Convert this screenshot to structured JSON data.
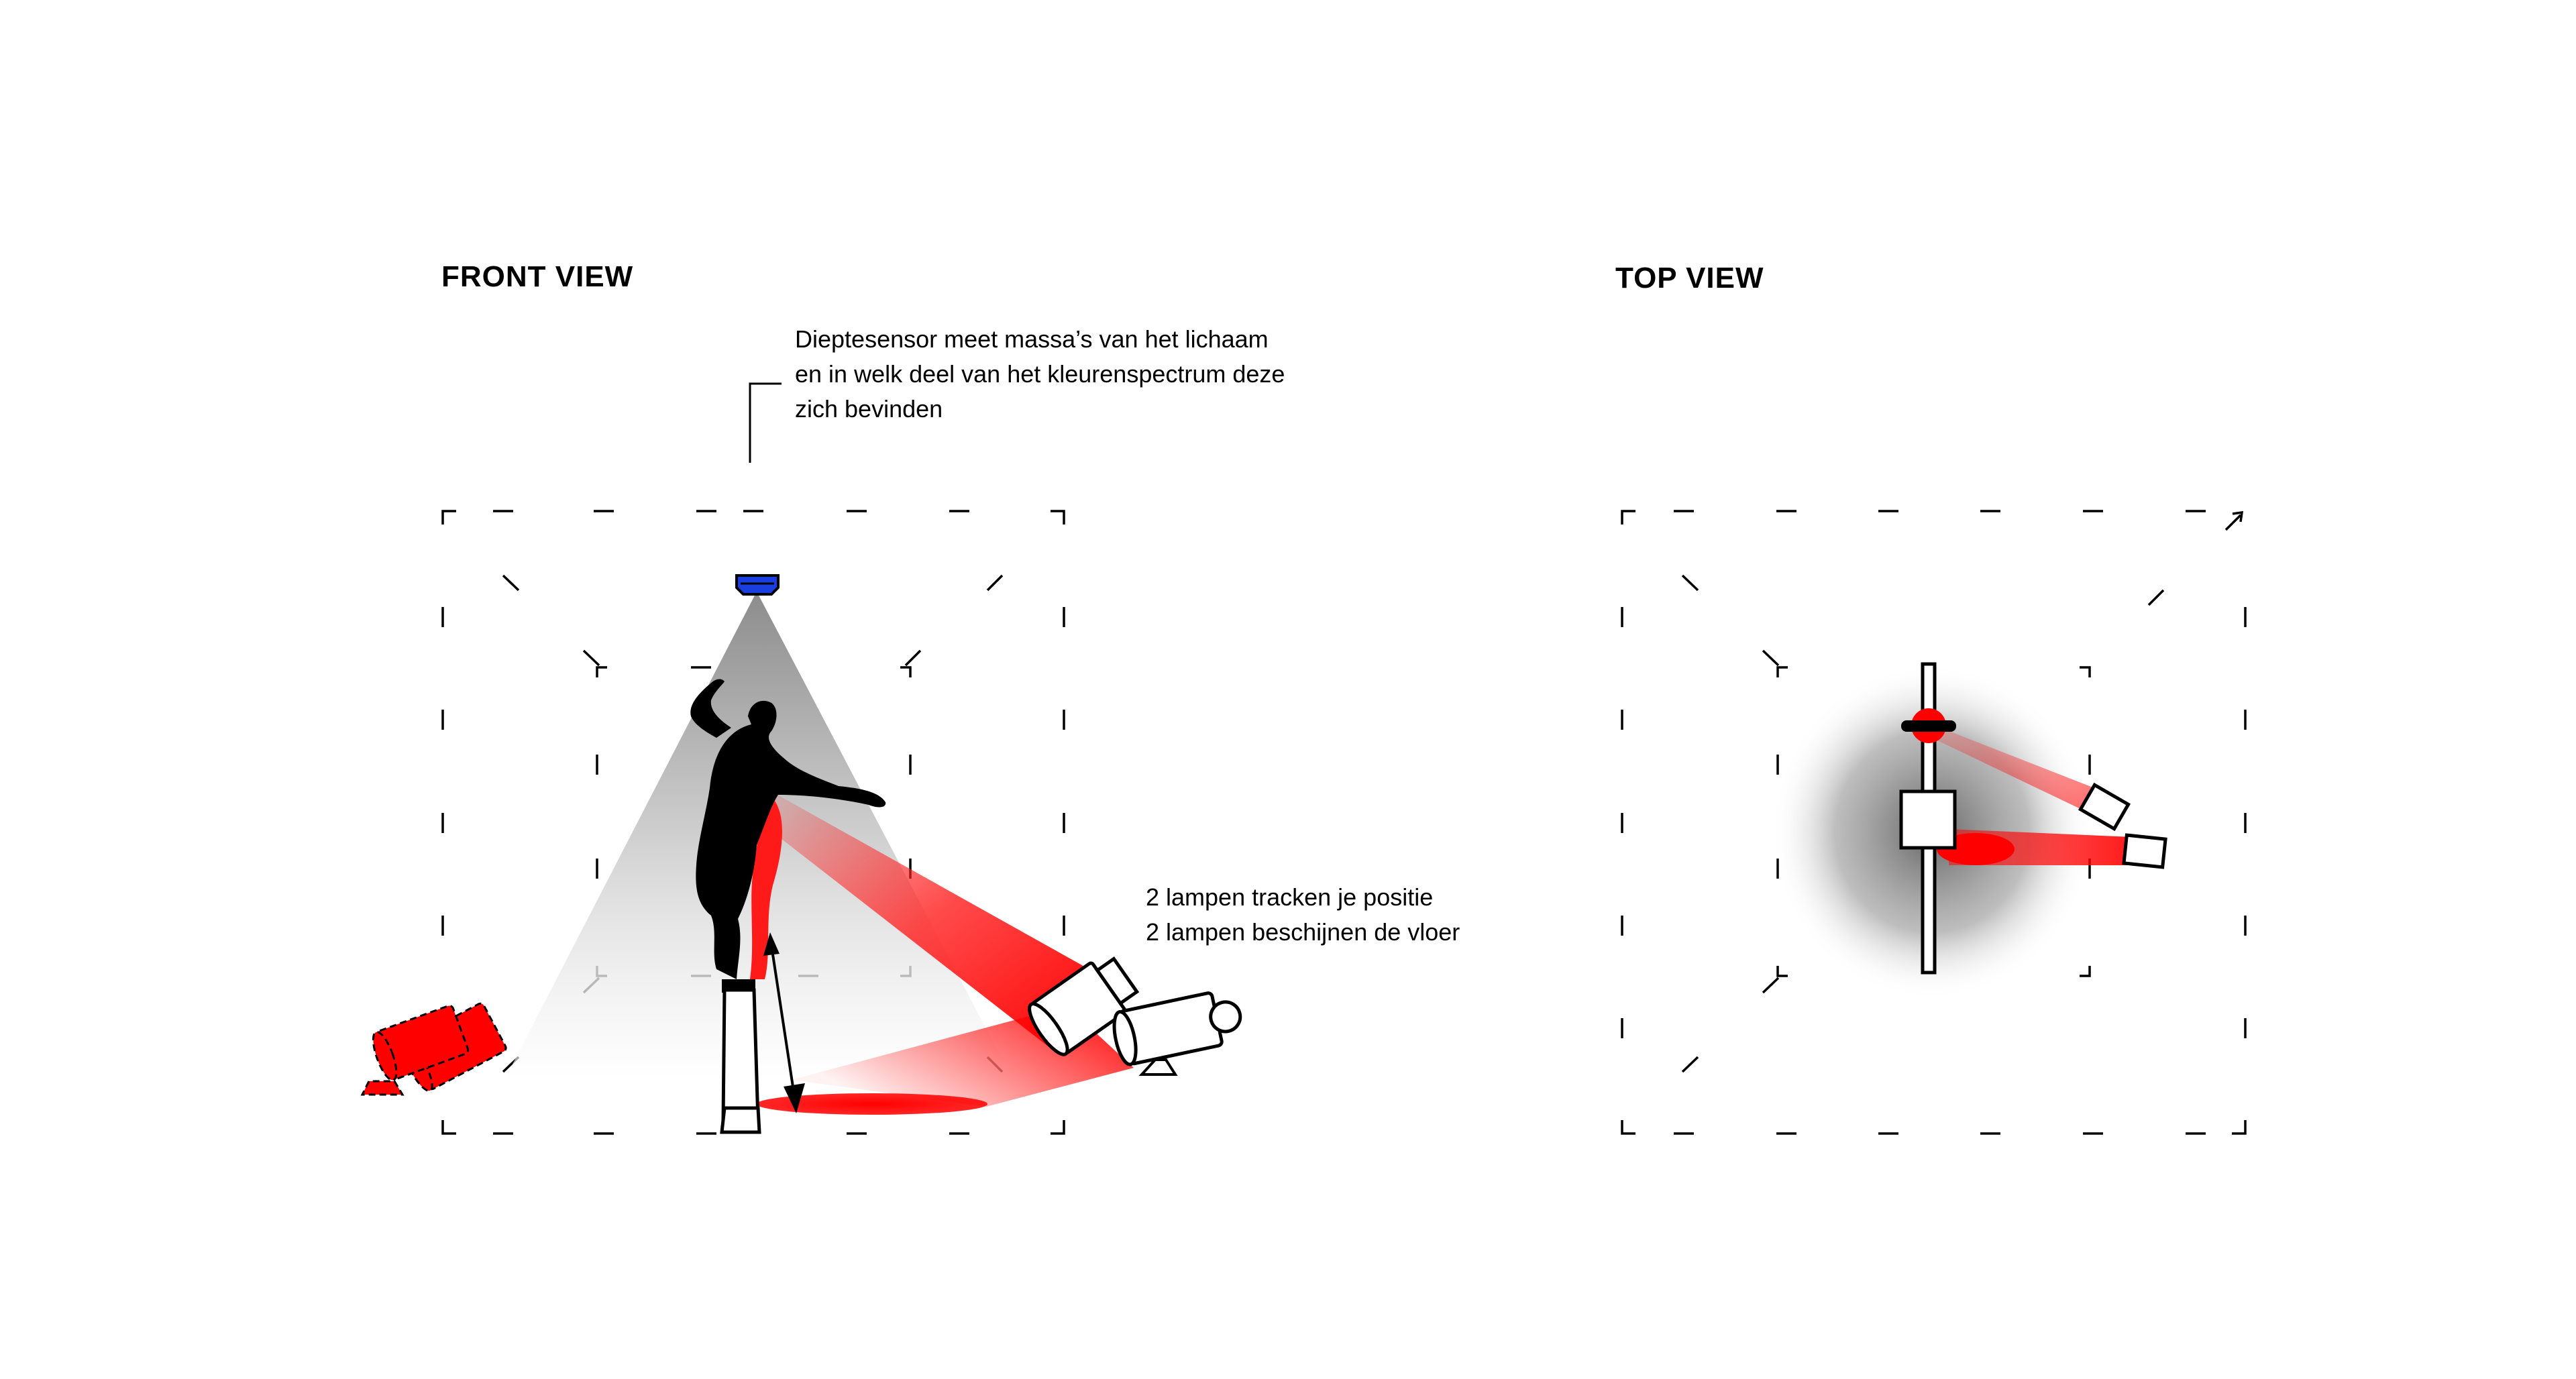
{
  "front_view": {
    "heading": "FRONT VIEW",
    "sensor_annotation": [
      "Dieptesensor meet massa’s van het lichaam",
      "en in welk deel van het kleurenspectrum deze",
      "zich bevinden"
    ],
    "lamps_annotation": [
      "2 lampen tracken je positie",
      "2 lampen beschijnen de vloer"
    ]
  },
  "top_view": {
    "heading": "TOP VIEW"
  },
  "colors": {
    "light_red": "#ff0000",
    "sensor_blue": "#1a3fe0",
    "outline": "#000000",
    "cone_gray": "#9a9a9a"
  },
  "icons": [
    "depth-sensor-icon",
    "spotlight-icon",
    "person-silhouette-icon",
    "double-arrow-icon"
  ]
}
